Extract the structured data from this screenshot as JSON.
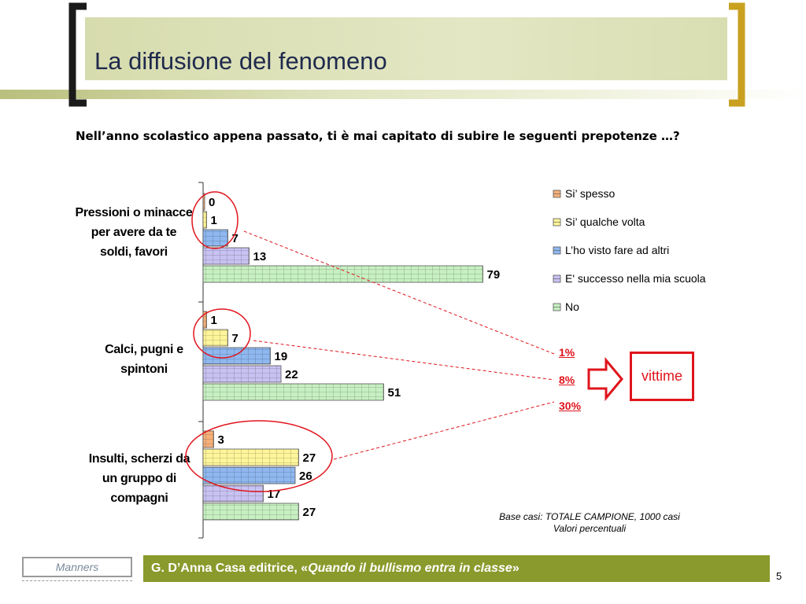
{
  "slide": {
    "title": "La diffusione del fenomeno",
    "question": "Nell’anno scolastico appena passato, ti è mai capitato di subire le seguenti prepotenze …?",
    "brand_colors": {
      "bracket_left": "#1a1a1a",
      "bracket_right": "#c9a020",
      "footer_bg": "#8b9a2c",
      "highlight": "#e0141c"
    }
  },
  "chart_data": {
    "type": "bar",
    "orientation": "horizontal",
    "categories": [
      "Pressioni o minacce per avere da te soldi, favori",
      "Calci, pugni e spintoni",
      "Insulti, scherzi da un gruppo di compagni"
    ],
    "series": [
      {
        "name": "Si’ spesso",
        "color": "#f5b07a",
        "values": [
          0,
          1,
          3
        ]
      },
      {
        "name": "Si’ qualche volta",
        "color": "#fff59a",
        "values": [
          1,
          7,
          27
        ]
      },
      {
        "name": "L’ho visto fare ad altri",
        "color": "#8fb8f0",
        "values": [
          7,
          19,
          26
        ]
      },
      {
        "name": "E' successo nella mia scuola",
        "color": "#c8c2f2",
        "values": [
          13,
          22,
          17
        ]
      },
      {
        "name": "No",
        "color": "#c7f0c2",
        "values": [
          79,
          51,
          27
        ]
      }
    ],
    "xlim": [
      0,
      100
    ],
    "grid": false,
    "legend_position": "right"
  },
  "annotations": {
    "percentages": [
      "1%",
      "8%",
      "30%"
    ],
    "result_label": "vittime"
  },
  "base_note": {
    "line1": "Base casi: TOTALE CAMPIONE, 1000 casi",
    "line2": "Valori percentuali"
  },
  "footer": {
    "manners": "Manners",
    "credit_prefix": "G. D’Anna Casa editrice, «",
    "credit_title": "Quando il bullismo entra in classe",
    "credit_suffix": "»",
    "page_number": "5"
  }
}
